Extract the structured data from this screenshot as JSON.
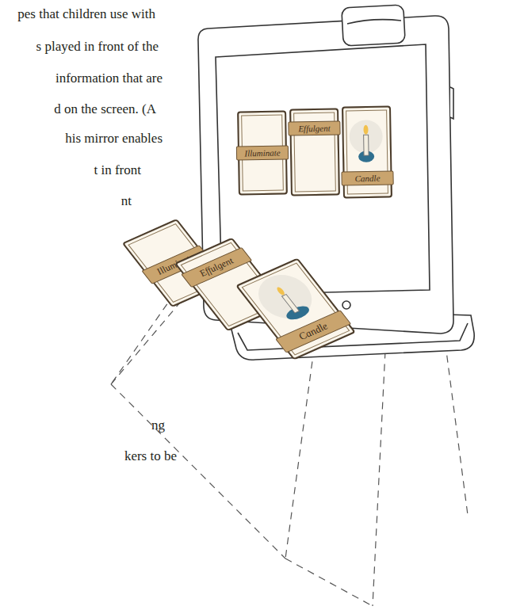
{
  "diagram": {
    "nodes": [
      {
        "text": [
          "Illuminate"
        ]
      },
      {
        "text": [
          "Effulgent"
        ]
      },
      {
        "text": [
          "Candle"
        ]
      },
      {
        "text": [
          "Illuminate"
        ]
      },
      {
        "text": [
          "Effulgent"
        ]
      },
      {
        "text": [
          "Candle"
        ]
      }
    ],
    "labels": [
      "pes that children use with",
      "s played in front of the",
      "information that are",
      "d on the screen. (A",
      "his mirror enables",
      "t in front",
      "nt",
      "ng",
      "kers to be"
    ]
  }
}
